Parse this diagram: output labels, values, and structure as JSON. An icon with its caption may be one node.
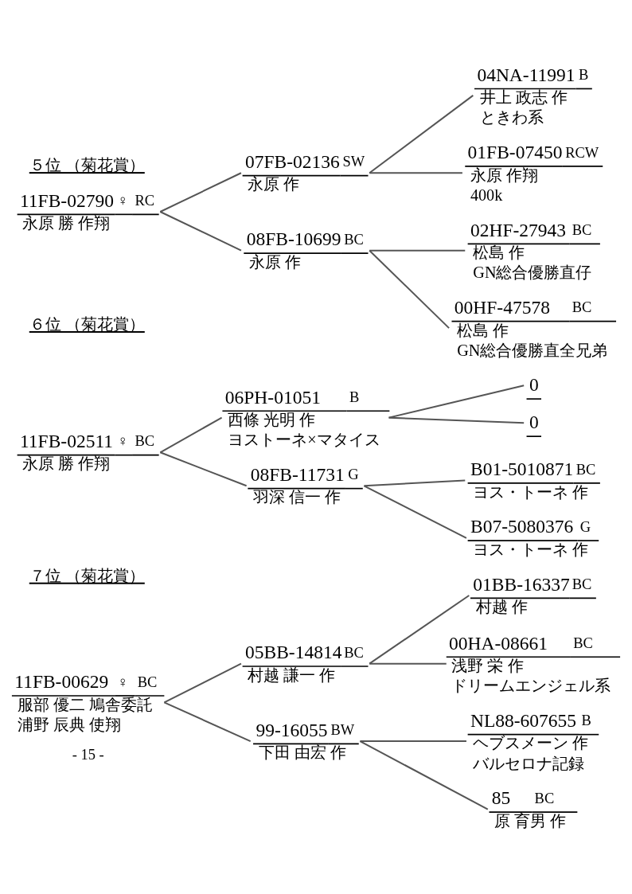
{
  "diagram": {
    "nodes": [
      {
        "text": [
          "11FB-02790",
          "♀",
          "RC",
          "永原 勝 作翔"
        ]
      },
      {
        "text": [
          "07FB-02136",
          "SW",
          "永原 作"
        ]
      },
      {
        "text": [
          "04NA-11991",
          "B",
          "井上 政志 作",
          "ときわ系"
        ]
      },
      {
        "text": [
          "01FB-07450",
          "RCW",
          "永原 作翔",
          "400k"
        ]
      },
      {
        "text": [
          "08FB-10699",
          "BC",
          "永原 作"
        ]
      },
      {
        "text": [
          "02HF-27943",
          "BC",
          "松島 作",
          "GN総合優勝直仔"
        ]
      },
      {
        "text": [
          "00HF-47578",
          "BC",
          "松島 作",
          "GN総合優勝直全兄弟"
        ]
      },
      {
        "text": [
          "11FB-02511",
          "♀",
          "BC",
          "永原 勝 作翔"
        ]
      },
      {
        "text": [
          "06PH-01051",
          "B",
          "西條 光明 作",
          "ヨストーネ×マタイス"
        ]
      },
      {
        "text": [
          "0"
        ]
      },
      {
        "text": [
          "0"
        ]
      },
      {
        "text": [
          "08FB-11731",
          "G",
          "羽深 信一 作"
        ]
      },
      {
        "text": [
          "B01-5010871",
          "BC",
          "ヨス・トーネ 作"
        ]
      },
      {
        "text": [
          "B07-5080376",
          "G",
          "ヨス・トーネ 作"
        ]
      },
      {
        "text": [
          "11FB-00629",
          "♀",
          "BC",
          "服部 優二 鳩舎委託",
          "浦野 辰典 使翔"
        ]
      },
      {
        "text": [
          "05BB-14814",
          "BC",
          "村越 謙一 作"
        ]
      },
      {
        "text": [
          "01BB-16337",
          "BC",
          "村越 作"
        ]
      },
      {
        "text": [
          "00HA-08661",
          "BC",
          "浅野 栄 作",
          "ドリームエンジェル系"
        ]
      },
      {
        "text": [
          "99-16055",
          "BW",
          "下田 由宏 作"
        ]
      },
      {
        "text": [
          "NL88-607655",
          "B",
          "ヘブスメーン 作",
          "バルセロナ記録"
        ]
      },
      {
        "text": [
          "85",
          "BC",
          "原 育男 作"
        ]
      }
    ],
    "edges": [
      {
        "from": 0,
        "to": 1,
        "arrow": "none"
      },
      {
        "from": 1,
        "to": 2,
        "arrow": "none"
      },
      {
        "from": 1,
        "to": 3,
        "arrow": "none"
      },
      {
        "from": 0,
        "to": 4,
        "arrow": "none"
      },
      {
        "from": 4,
        "to": 5,
        "arrow": "none"
      },
      {
        "from": 4,
        "to": 6,
        "arrow": "none"
      },
      {
        "from": 7,
        "to": 8,
        "arrow": "none"
      },
      {
        "from": 8,
        "to": 9,
        "arrow": "none"
      },
      {
        "from": 8,
        "to": 10,
        "arrow": "none"
      },
      {
        "from": 7,
        "to": 11,
        "arrow": "none"
      },
      {
        "from": 11,
        "to": 12,
        "arrow": "none"
      },
      {
        "from": 11,
        "to": 13,
        "arrow": "none"
      },
      {
        "from": 14,
        "to": 15,
        "arrow": "none"
      },
      {
        "from": 15,
        "to": 16,
        "arrow": "none"
      },
      {
        "from": 15,
        "to": 17,
        "arrow": "none"
      },
      {
        "from": 14,
        "to": 18,
        "arrow": "none"
      },
      {
        "from": 18,
        "to": 19,
        "arrow": "none"
      },
      {
        "from": 18,
        "to": 20,
        "arrow": "none"
      }
    ],
    "labels": [
      "５位 （菊花賞）",
      "６位 （菊花賞）",
      "７位 （菊花賞）",
      "- 15 -"
    ]
  }
}
